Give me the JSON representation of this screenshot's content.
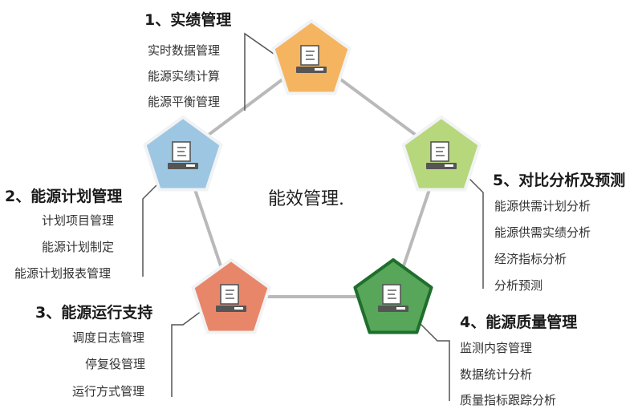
{
  "center_label": "能效管理.",
  "nodes": [
    {
      "title": "1、实绩管理",
      "items": [
        "实时数据管理",
        "能源实绩计算",
        "能源平衡管理"
      ],
      "fill": "#f5b45f",
      "stroke": "#f1f3f4"
    },
    {
      "title": "2、能源计划管理",
      "items": [
        "计划项目管理",
        "能源计划制定",
        "能源计划报表管理"
      ],
      "fill": "#9dc6e3",
      "stroke": "#f1f3f4"
    },
    {
      "title": "3、能源运行支持",
      "items": [
        "调度日志管理",
        "停复役管理",
        "运行方式管理"
      ],
      "fill": "#e8866a",
      "stroke": "#f1f3f4"
    },
    {
      "title": "4、能源质量管理",
      "items": [
        "监测内容管理",
        "数据统计分析",
        "质量指标跟踪分析"
      ],
      "fill": "#57a65a",
      "stroke": "#1f6e2c"
    },
    {
      "title": "5、对比分析及预测",
      "items": [
        "能源供需计划分析",
        "能源供需实绩分析",
        "经济指标分析",
        "分析预测"
      ],
      "fill": "#b6d77c",
      "stroke": "#f1f3f4"
    }
  ],
  "colors": {
    "ring_line": "#b9b9b9",
    "leader_line": "#555555",
    "icon_light": "#ffffff",
    "icon_dark": "#555555"
  }
}
